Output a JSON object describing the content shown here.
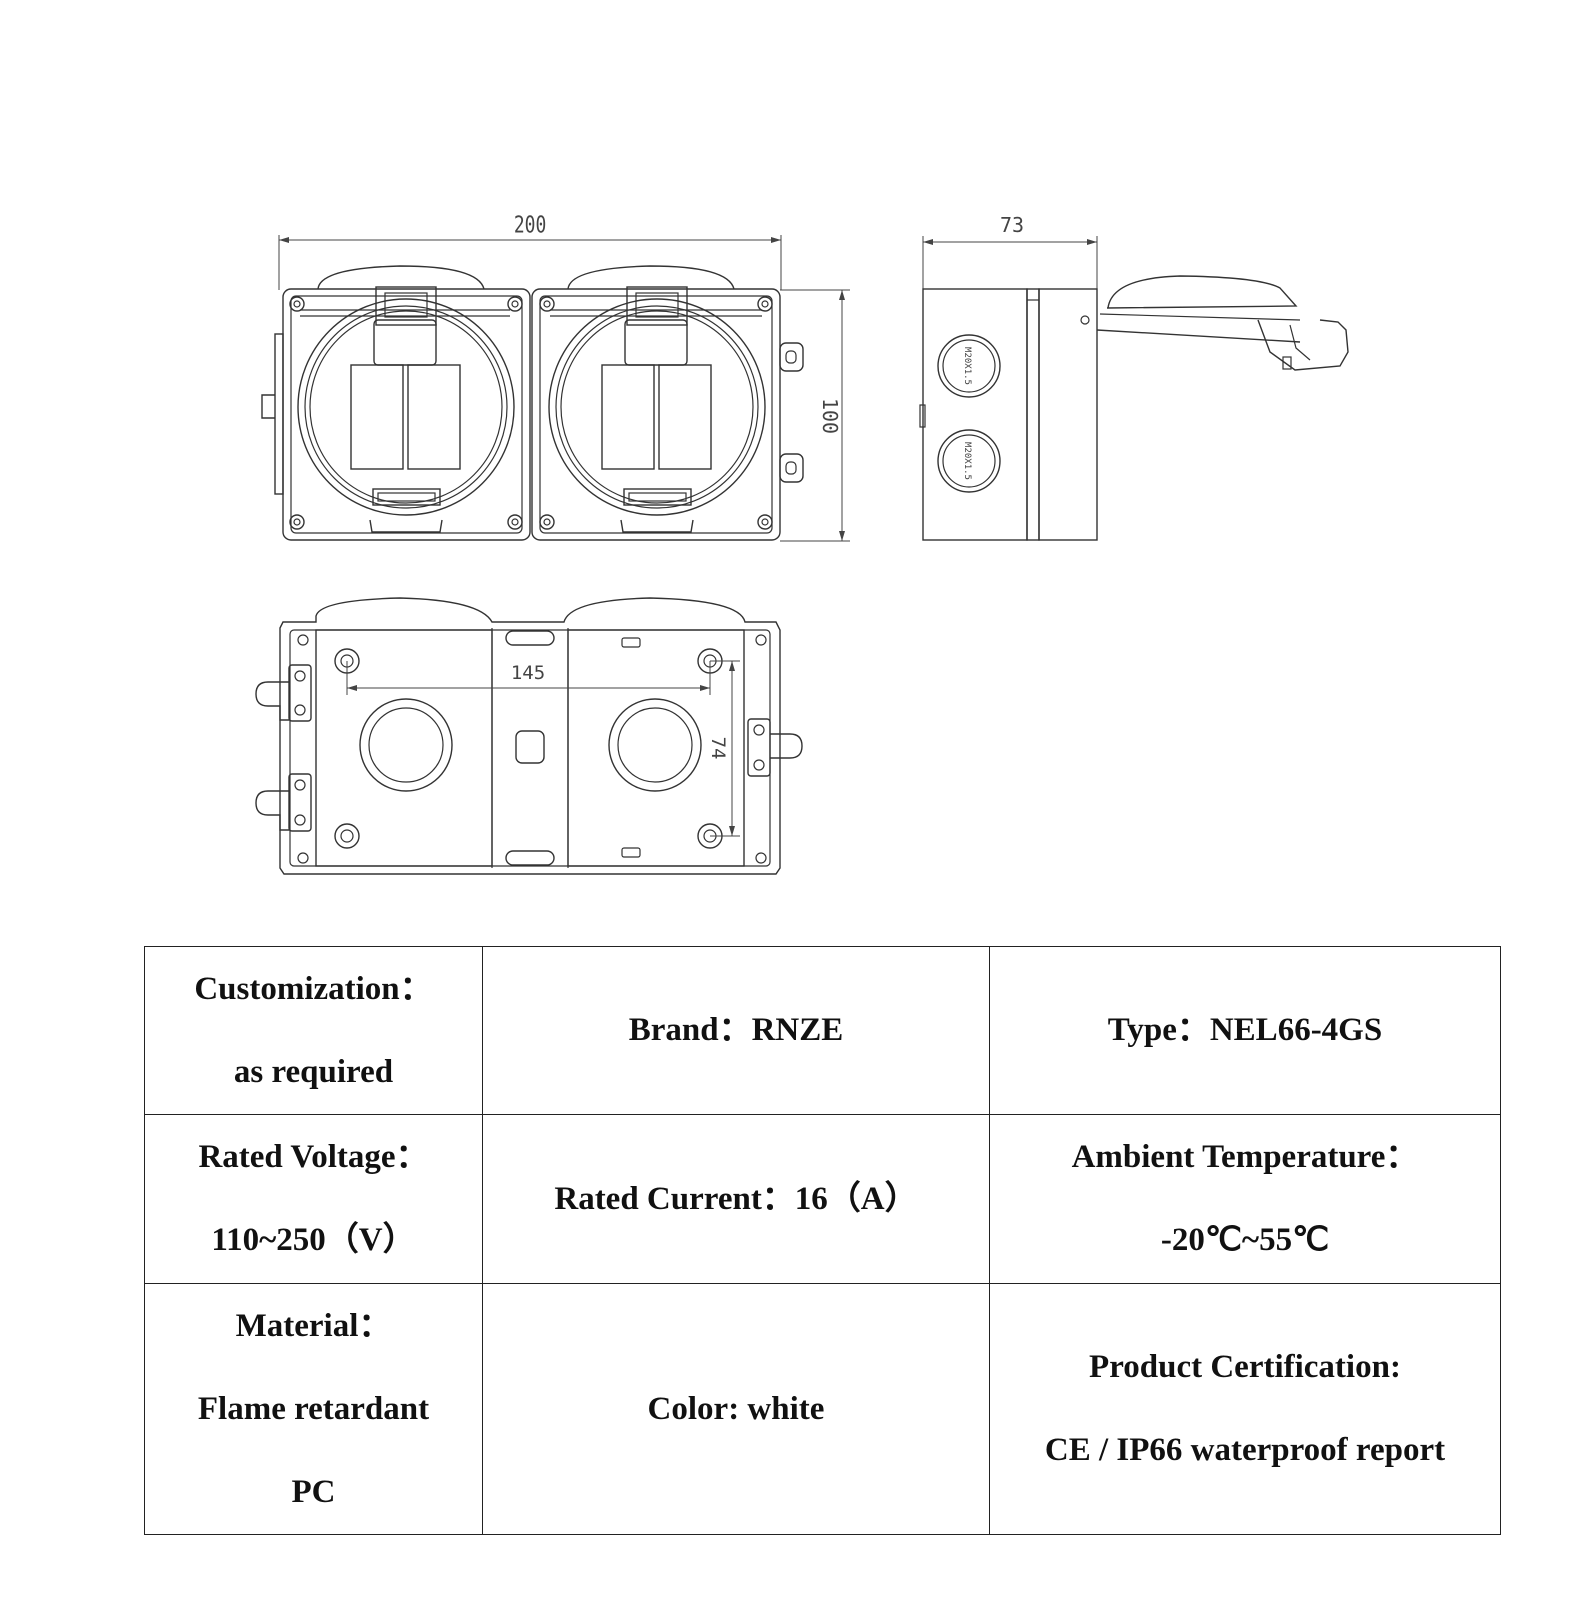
{
  "drawing": {
    "front_view": {
      "dim_width": "200",
      "dim_height": "100"
    },
    "side_view": {
      "dim_depth": "73",
      "gland_labels": [
        "M20X1.5",
        "M20X1.5"
      ]
    },
    "back_view": {
      "dim_hole_spacing_h": "145",
      "dim_hole_spacing_v": "74"
    }
  },
  "specs": {
    "rows": [
      [
        {
          "lines": [
            "Customization：",
            "as required"
          ]
        },
        {
          "lines": [
            "Brand：RNZE"
          ]
        },
        {
          "lines": [
            "Type：NEL66-4GS"
          ]
        }
      ],
      [
        {
          "lines": [
            "Rated Voltage：",
            "110~250（V）"
          ]
        },
        {
          "lines": [
            "Rated Current：16（A）"
          ]
        },
        {
          "lines": [
            "Ambient Temperature：",
            "-20℃~55℃"
          ]
        }
      ],
      [
        {
          "lines": [
            "Material：",
            "Flame retardant",
            "PC"
          ]
        },
        {
          "lines": [
            "Color: white"
          ]
        },
        {
          "lines": [
            "Product Certification:",
            "CE / IP66 waterproof report"
          ]
        }
      ]
    ]
  }
}
